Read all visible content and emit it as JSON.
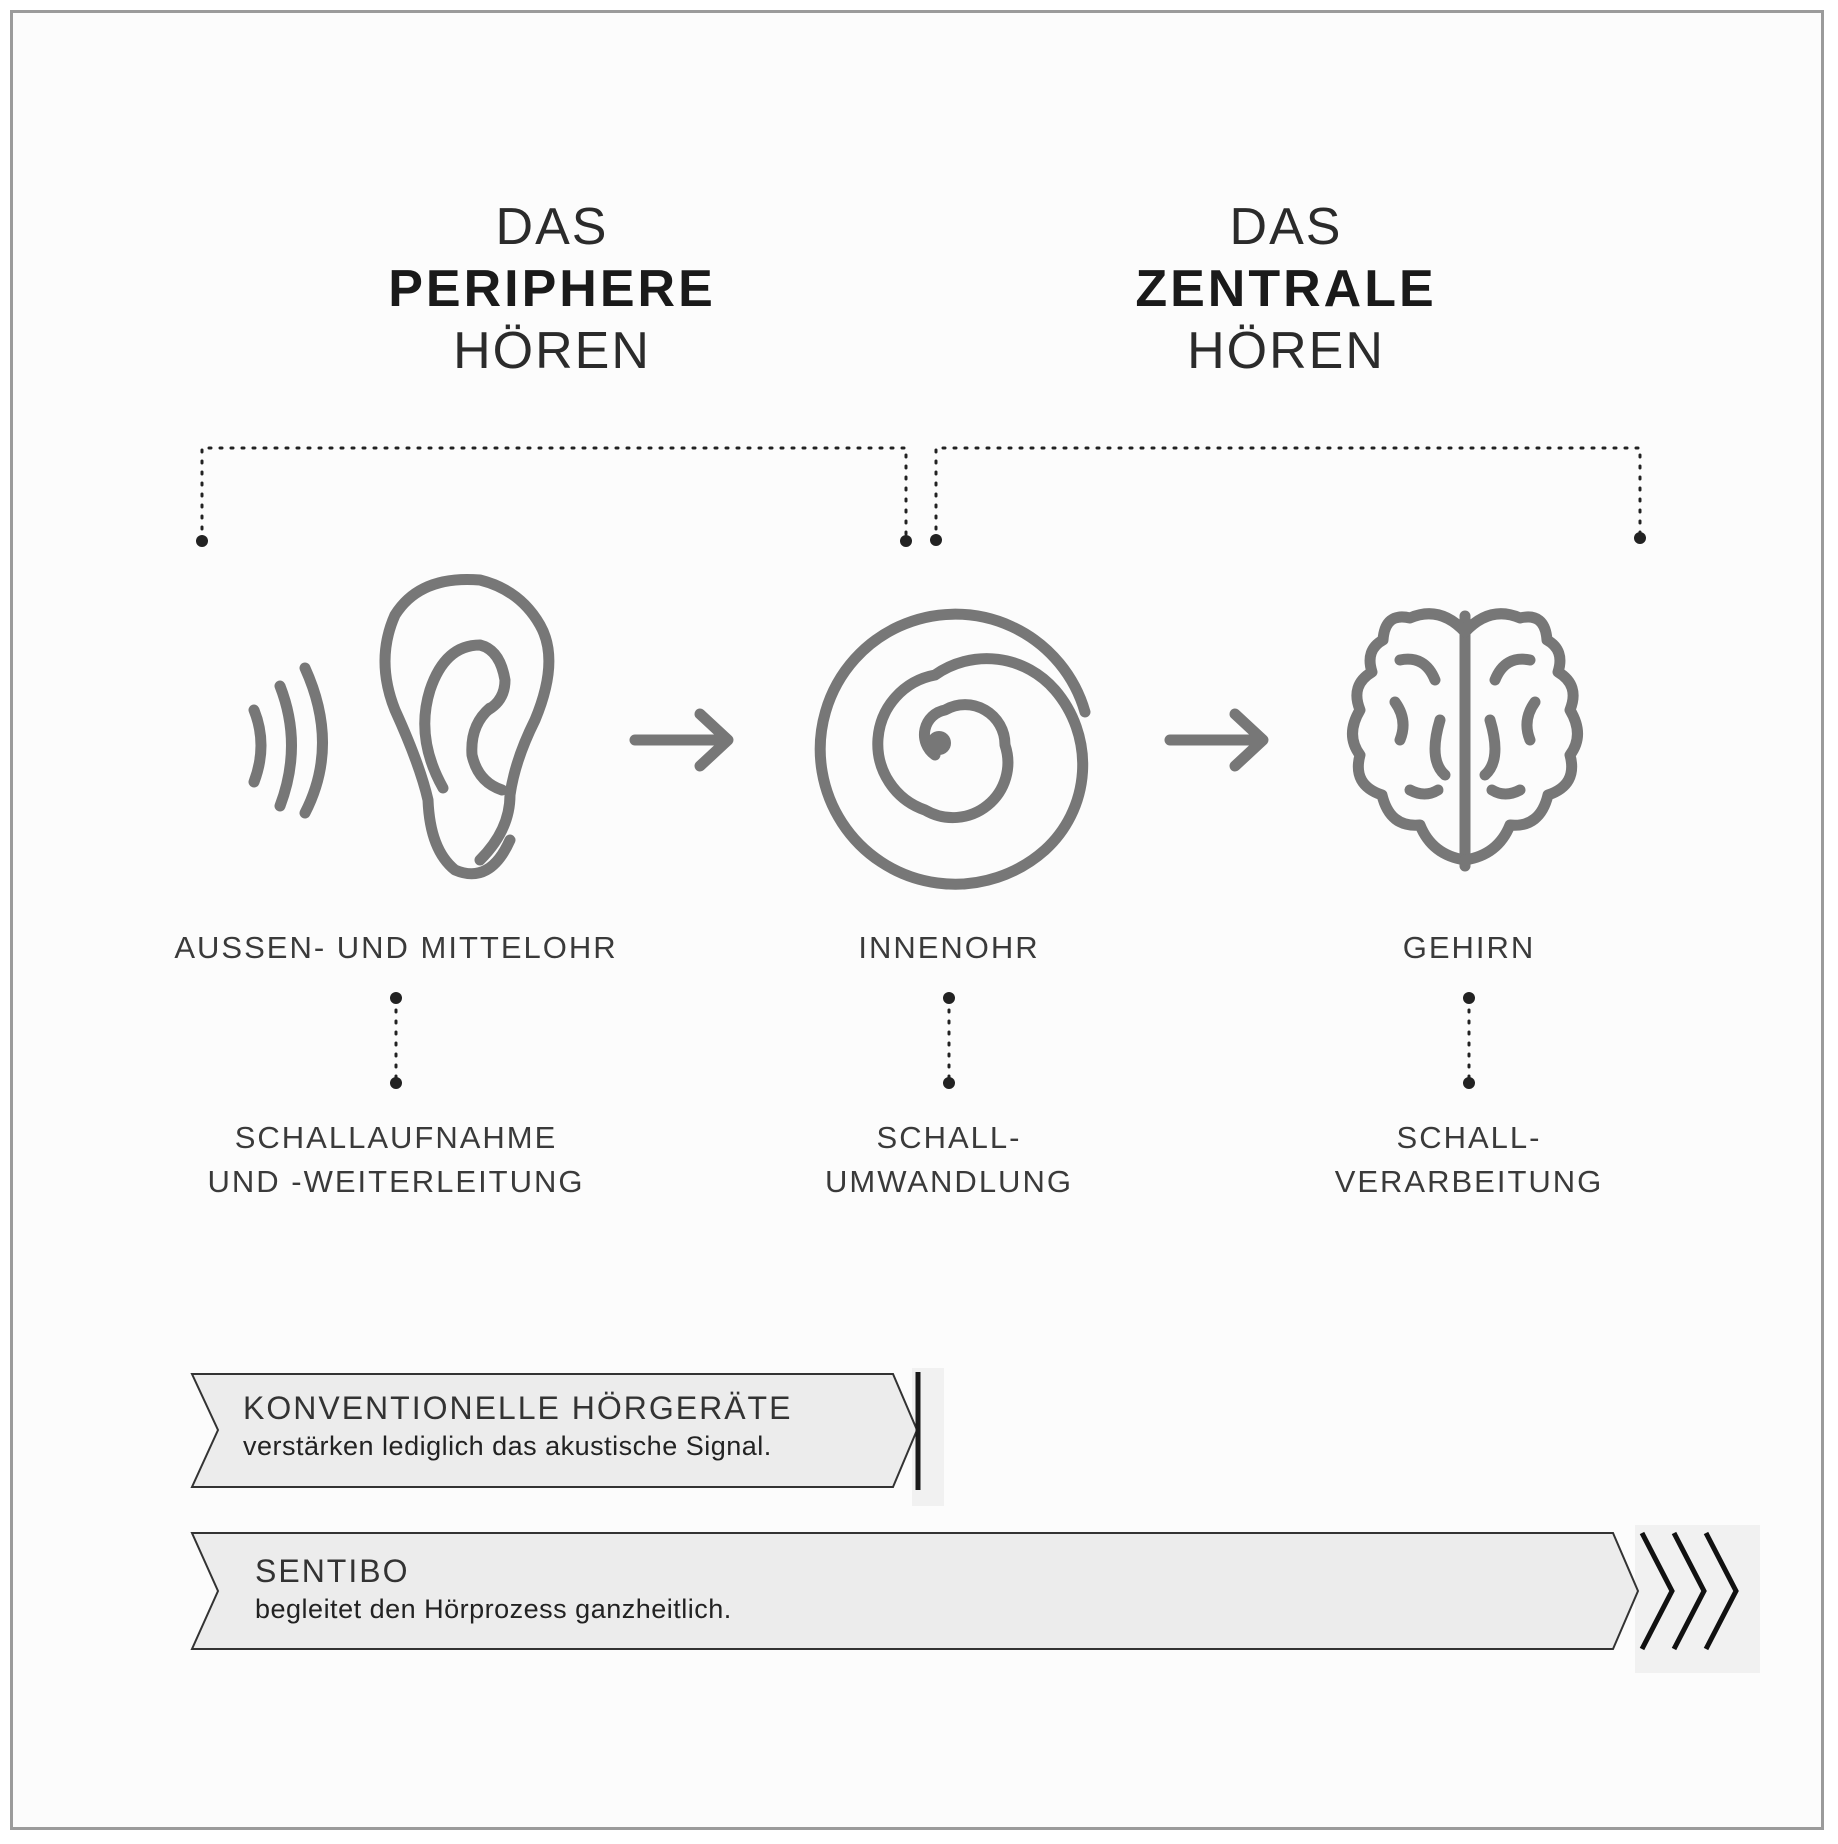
{
  "headings": {
    "peripheral": {
      "line1": "DAS",
      "line2": "PERIPHERE",
      "line3": "HÖREN"
    },
    "central": {
      "line1": "DAS",
      "line2": "ZENTRALE",
      "line3": "HÖREN"
    }
  },
  "stages": [
    {
      "icon": "ear-icon",
      "label": "AUSSEN- UND MITTELOHR",
      "function_line1": "SCHALLAUFNAHME",
      "function_line2": "UND -WEITERLEITUNG"
    },
    {
      "icon": "spiral-icon",
      "label": "INNENOHR",
      "function_line1": "SCHALL-",
      "function_line2": "UMWANDLUNG"
    },
    {
      "icon": "brain-icon",
      "label": "GEHIRN",
      "function_line1": "SCHALL-",
      "function_line2": "VERARBEITUNG"
    }
  ],
  "banners": {
    "conventional": {
      "title": "KONVENTIONELLE HÖRGERÄTE",
      "subtitle": "verstärken lediglich das akustische Signal."
    },
    "sentibo": {
      "title": "SENTIBO",
      "subtitle": "begleitet den Hörprozess ganzheitlich."
    }
  },
  "colors": {
    "icon": "#777777",
    "banner_fill": "#ececec",
    "dots": "#222222"
  }
}
